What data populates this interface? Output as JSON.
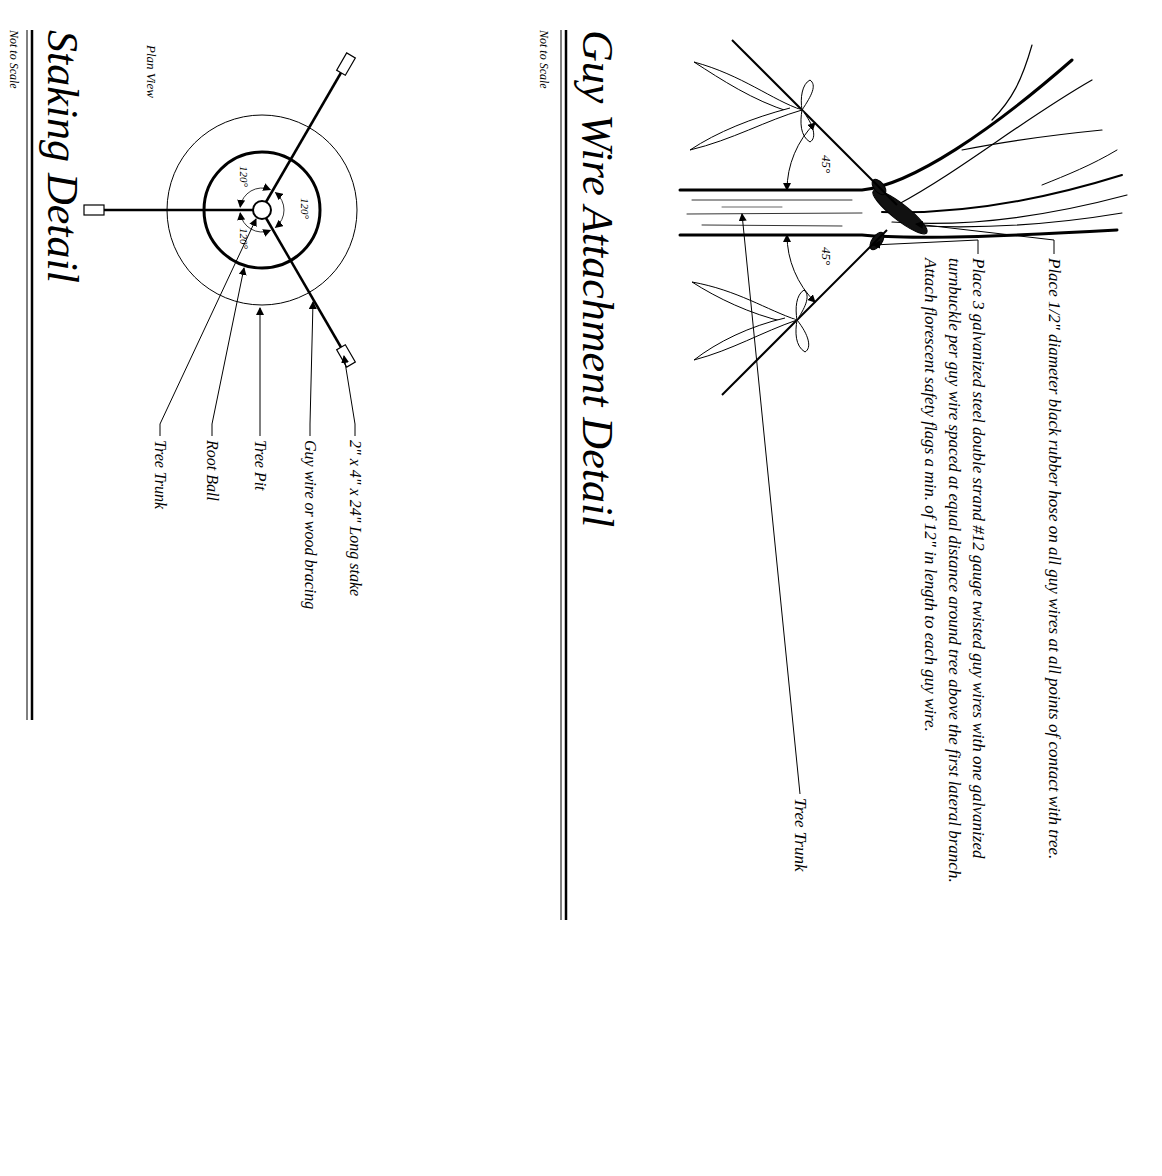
{
  "diagram": {
    "title": "Guy Wire Attachment Detail",
    "labels": [
      "Not to Scale",
      "Place 1/2\" diameter black rubber hose on all guy wires at all points of contact with tree.",
      "Place 3 galvanized steel double strand #12 gauge twisted guy wires with one galvanized turnbuckle per guy wire spaced at equal distance around tree above the first lateral branch. Attach florescent safety flags a min. of 12\" in length to each guy wire.",
      "Tree Trunk",
      "45°",
      "45°",
      "Staking Detail",
      "Not to Scale",
      "Plan View",
      "120°",
      "120°",
      "120°",
      "2\" x 4\" x 24\" Long stake",
      "Guy wire or wood bracing",
      "Tree Pit",
      "Root Ball",
      "Tree Trunk"
    ]
  }
}
